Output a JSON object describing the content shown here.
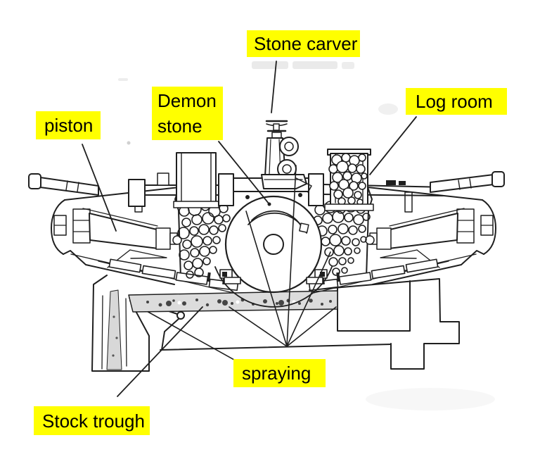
{
  "page": {
    "background_color": "#ffffff"
  },
  "diagram": {
    "figure_type": "technical-line-drawing",
    "subject": "Cross-section of a pocket grinder with highlighted part labels",
    "colors": {
      "highlight": "#ffff00",
      "label_text": "#000000",
      "line": "#1f1f1f",
      "paper": "#ffffff"
    },
    "labels": {
      "stone_carver": "Stone carver",
      "demon_stone": "Demon stone",
      "log_room": "Log room",
      "piston": "piston",
      "spraying": "spraying",
      "stock_trough": "Stock trough"
    }
  }
}
